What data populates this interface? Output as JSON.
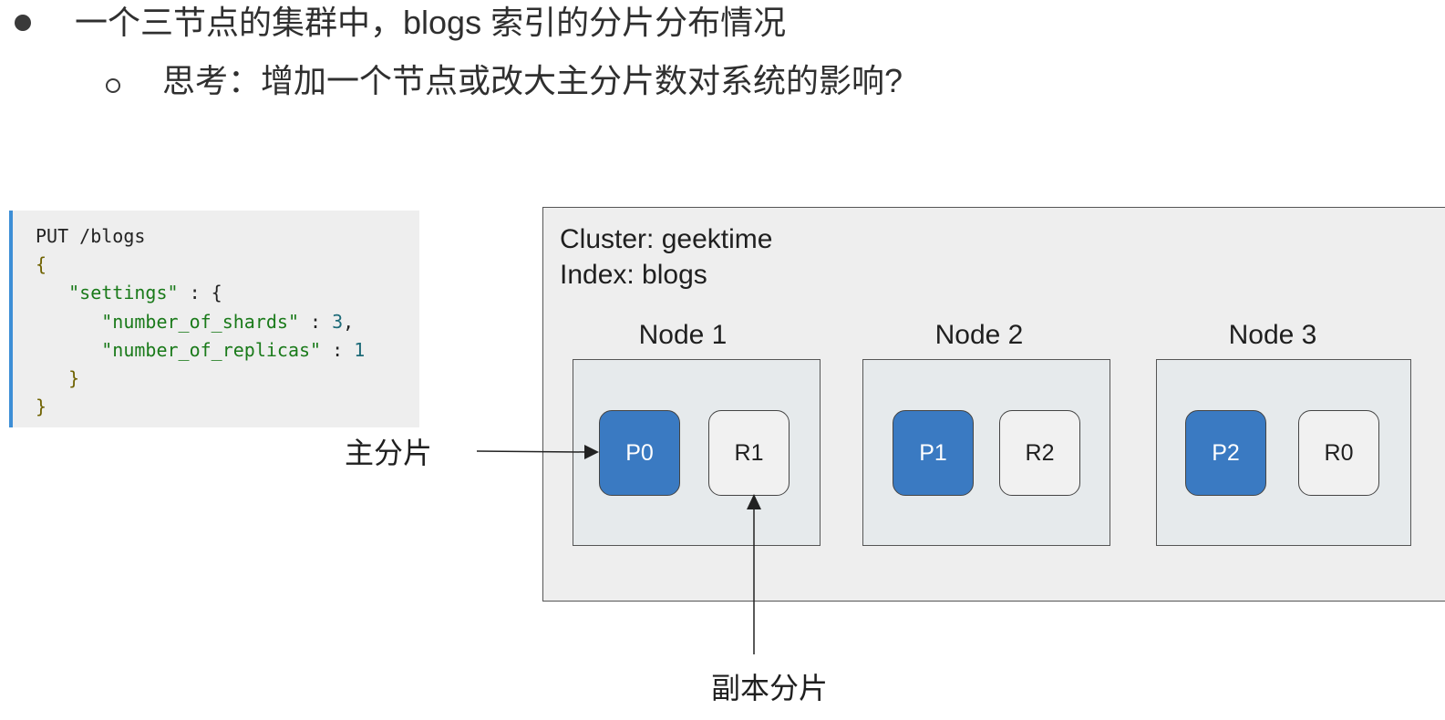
{
  "bullets": {
    "level1": "一个三节点的集群中，blogs 索引的分片分布情况",
    "level2": "思考：增加一个节点或改大主分片数对系统的影响?"
  },
  "code": {
    "line1": "PUT /blogs",
    "open_brace": "{",
    "settings_key": "\"settings\"",
    "colon_brace": " : {",
    "shards_key": "\"number_of_shards\"",
    "shards_val": "3",
    "replicas_key": "\"number_of_replicas\"",
    "replicas_val": "1",
    "close_inner": "}",
    "close_outer": "}"
  },
  "cluster": {
    "cluster_line": "Cluster: geektime",
    "index_line": "Index: blogs",
    "nodes": [
      {
        "title": "Node 1",
        "primary": "P0",
        "replica": "R1"
      },
      {
        "title": "Node 2",
        "primary": "P1",
        "replica": "R2"
      },
      {
        "title": "Node 3",
        "primary": "P2",
        "replica": "R0"
      }
    ]
  },
  "callouts": {
    "primary_shard": "主分片",
    "replica_shard": "副本分片"
  },
  "colors": {
    "primary_fill": "#3a7ac2",
    "replica_fill": "#f1f1f1",
    "code_accent": "#3d8ed6",
    "cluster_bg": "#eeeeee",
    "node_bg": "#e6eaec"
  }
}
